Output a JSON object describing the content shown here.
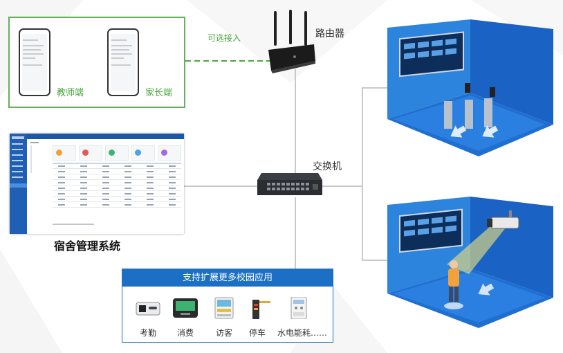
{
  "mobile": {
    "teacher_label": "教师端",
    "parent_label": "家长端"
  },
  "connection": {
    "optional_label": "可选接入"
  },
  "router": {
    "label": "路由器"
  },
  "switch": {
    "label": "交换机"
  },
  "system": {
    "title": "宿舍管理系统"
  },
  "extensions": {
    "header": "支持扩展更多校园应用",
    "items": [
      {
        "label": "考勤",
        "icon": "attendance-terminal-icon"
      },
      {
        "label": "消费",
        "icon": "payment-terminal-icon"
      },
      {
        "label": "访客",
        "icon": "visitor-kiosk-icon"
      },
      {
        "label": "停车",
        "icon": "parking-barrier-icon"
      },
      {
        "label": "水电能耗……",
        "icon": "utility-meter-icon"
      }
    ]
  },
  "rooms": [
    {
      "name": "access-gate-room",
      "icon": "turnstile-gate-icon"
    },
    {
      "name": "camera-room",
      "icon": "camera-icon"
    }
  ],
  "colors": {
    "green": "#4aa63f",
    "blue": "#1b6fc4",
    "room_blue": "#1f6fd1"
  }
}
